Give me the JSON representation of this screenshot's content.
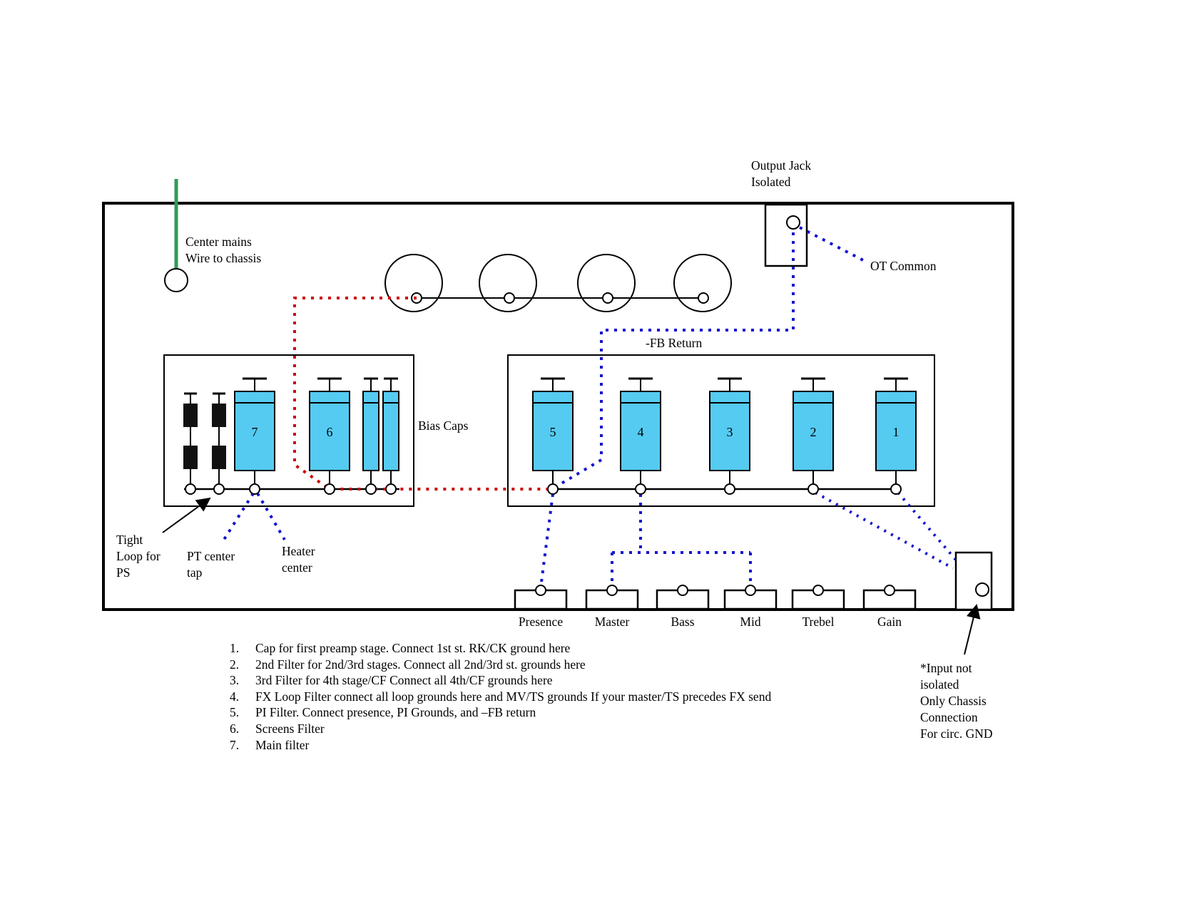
{
  "colors": {
    "cap_fill": "#55CBF2",
    "wire_red": "#CC0000",
    "wire_blue": "#1512CE",
    "wire_green": "#2E9B57"
  },
  "top": {
    "center_mains_l1": "Center mains",
    "center_mains_l2": "Wire to chassis",
    "output_jack_l1": "Output Jack",
    "output_jack_l2": "Isolated",
    "ot_common": "OT Common",
    "fb_return": "-FB Return"
  },
  "left_box": {
    "bias_caps": "Bias Caps",
    "tight_loop_l1": "Tight",
    "tight_loop_l2": "Loop for",
    "tight_loop_l3": "PS",
    "pt_center_l1": "PT center",
    "pt_center_l2": "tap",
    "heater_l1": "Heater",
    "heater_l2": "center"
  },
  "caps": {
    "c1": "1",
    "c2": "2",
    "c3": "3",
    "c4": "4",
    "c5": "5",
    "c6": "6",
    "c7": "7"
  },
  "pots": [
    "Presence",
    "Master",
    "Bass",
    "Mid",
    "Trebel",
    "Gain"
  ],
  "notes": [
    {
      "num": "1.",
      "text": "Cap for first preamp stage.  Connect 1st st. RK/CK ground here"
    },
    {
      "num": "2.",
      "text": "2nd Filter for 2nd/3rd stages.  Connect all 2nd/3rd st. grounds here"
    },
    {
      "num": "3.",
      "text": "3rd Filter for 4th stage/CF  Connect all 4th/CF grounds here"
    },
    {
      "num": "4.",
      "text": "FX Loop Filter connect all loop grounds here and MV/TS grounds If your master/TS precedes FX send"
    },
    {
      "num": "5.",
      "text": "PI Filter.  Connect presence, PI Grounds, and –FB return"
    },
    {
      "num": "6.",
      "text": "Screens Filter"
    },
    {
      "num": "7.",
      "text": "Main filter"
    }
  ],
  "input_note": {
    "l1": "*Input not",
    "l2": "isolated",
    "l3": "Only Chassis",
    "l4": "Connection",
    "l5": "For circ. GND"
  }
}
